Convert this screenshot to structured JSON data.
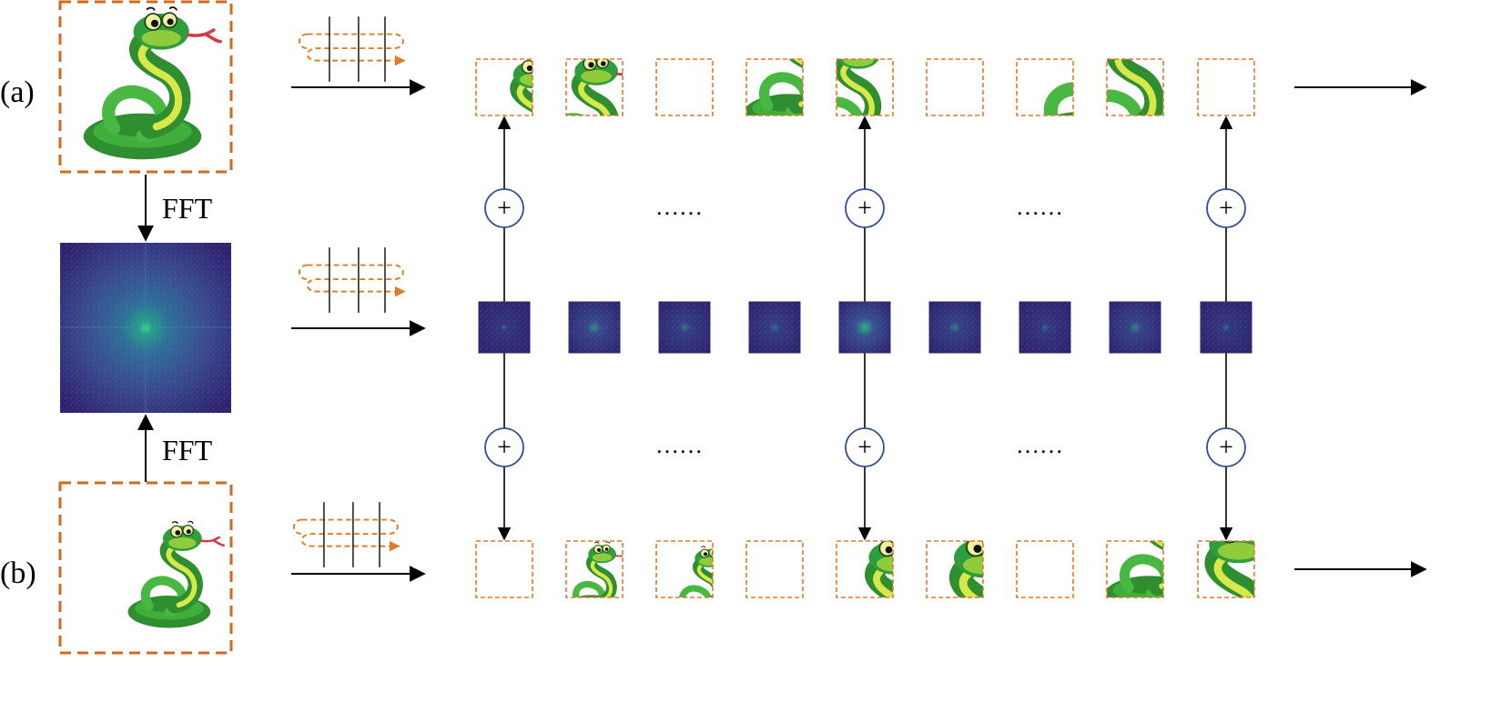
{
  "labels": {
    "row_a": "(a)",
    "row_b": "(b)",
    "fft_top": "FFT",
    "fft_bottom": "FFT",
    "plus": "+",
    "ellipsis": "……"
  },
  "icons": {
    "snake": "snake-cartoon-icon",
    "spectrum": "fft-spectrum-icon",
    "scan": "raster-scan-icon",
    "add": "plus-circle-icon"
  },
  "colors": {
    "dash_orange": "#D2691E",
    "scan_orange": "#E07B28",
    "circle_blue": "#2F4F8F",
    "spectrum_dark": "#2E1F6B",
    "spectrum_mid": "#3A4E92",
    "spectrum_bright": "#29C07A",
    "snake_green": "#2E9E3A",
    "snake_belly": "#D8E84A"
  },
  "patches": {
    "row_a": [
      "snake-face",
      "snake-tongue",
      "empty",
      "snake-coil",
      "snake-body",
      "empty",
      "snake-top-curve",
      "snake-corner",
      "empty"
    ],
    "row_b": [
      "empty",
      "small-head",
      "small-head-edge",
      "empty",
      "snake-neck",
      "snake-tongue-body",
      "empty",
      "snake-coil",
      "snake-tail"
    ],
    "spectrum_levels": [
      0.15,
      0.55,
      0.35,
      0.3,
      0.9,
      0.4,
      0.2,
      0.45,
      0.2
    ]
  },
  "adders": {
    "columns": [
      1,
      5,
      9
    ]
  }
}
